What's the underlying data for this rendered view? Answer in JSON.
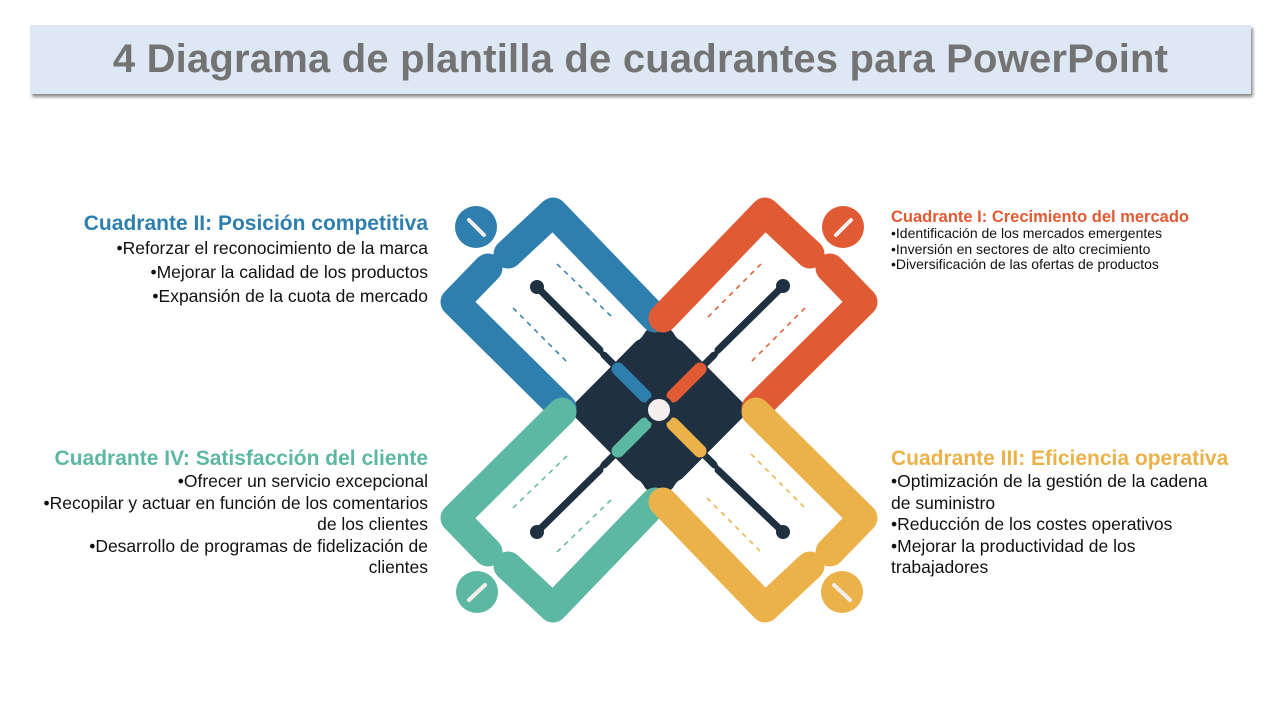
{
  "title": "4 Diagrama de plantilla de cuadrantes para PowerPoint",
  "colors": {
    "banner_bg": "#dde8f4",
    "title_text": "#737373",
    "q1_orange": "#e05a33",
    "q2_blue": "#2f7fae",
    "q3_yellow": "#ebb24a",
    "q4_teal": "#5cb8a2",
    "center_dark": "#1f3040",
    "center_dot": "#f5eeee"
  },
  "quadrants": {
    "q1": {
      "title": "Cuadrante I: Crecimiento del mercado",
      "items": [
        "•Identificación de los mercados emergentes",
        "•Inversión  en sectores de alto crecimiento",
        "•Diversificación de las ofertas de productos"
      ]
    },
    "q2": {
      "title": "Cuadrante II:  Posición competitiva",
      "items": [
        "•Reforzar el reconocimiento  de la marca",
        "•Mejorar la calidad de los productos",
        "•Expansión  de la cuota de mercado"
      ]
    },
    "q3": {
      "title": "Cuadrante III:  Eficiencia operativa",
      "items": [
        "•Optimización  de la gestión de la cadena de suministro",
        "•Reducción  de los costes operativos",
        "•Mejorar la productividad de los trabajadores"
      ]
    },
    "q4": {
      "title": "Cuadrante IV:  Satisfacción del cliente",
      "items": [
        "•Ofrecer un  servicio excepcional",
        "•Recopilar y actuar en función de los comentarios de los clientes",
        "•Desarrollo de programas de fidelización de clientes"
      ]
    }
  },
  "diagram": {
    "badges": [
      {
        "quadrant": "q2",
        "icon": "minus-icon"
      },
      {
        "quadrant": "q1",
        "icon": "minus-icon"
      },
      {
        "quadrant": "q4",
        "icon": "minus-icon"
      },
      {
        "quadrant": "q3",
        "icon": "minus-icon"
      }
    ]
  }
}
